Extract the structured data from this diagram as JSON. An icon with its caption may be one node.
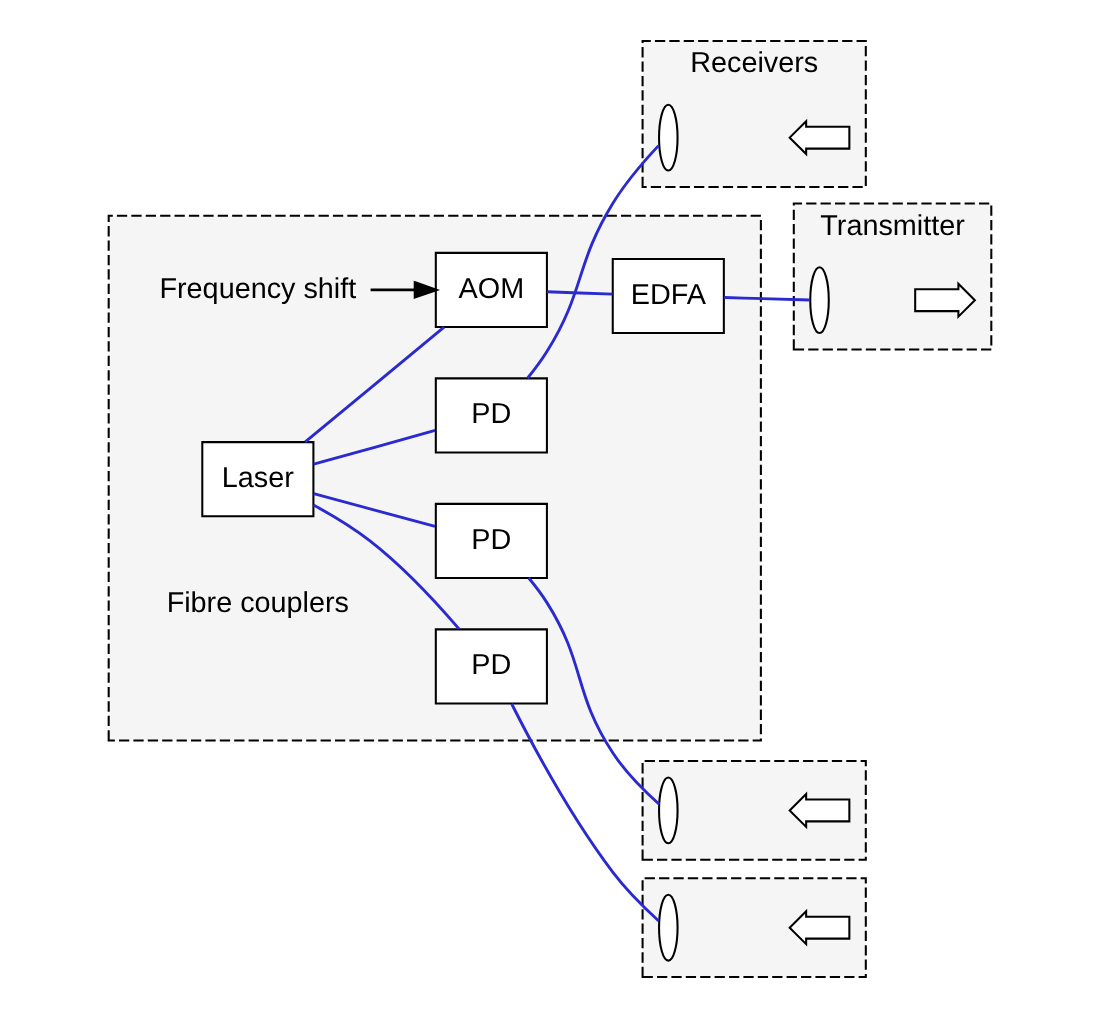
{
  "diagram": {
    "nodes": [
      {
        "text": [],
        "shape": "box"
      },
      {
        "text": [
          "Frequency shift"
        ],
        "in": 0
      },
      {
        "text": [
          "Laser"
        ],
        "in": 0
      },
      {
        "text": [
          "AOM"
        ],
        "in": 0
      },
      {
        "text": [
          "EDFA"
        ],
        "in": 0
      },
      {
        "text": [
          "PD"
        ],
        "in": 0
      },
      {
        "text": [
          "PD"
        ],
        "in": 0
      },
      {
        "text": [
          "PD"
        ],
        "in": 0
      },
      {
        "text": [
          "Transmitter"
        ]
      },
      {
        "text": [],
        "shape": "lens",
        "in": 8
      },
      {
        "text": [],
        "shape": "arrow",
        "in": 8
      },
      {
        "text": [
          "Receivers"
        ]
      },
      {
        "text": [],
        "shape": "lens",
        "in": 11
      },
      {
        "text": [],
        "shape": "arrow",
        "in": 11
      },
      {
        "text": [],
        "shape": "box"
      },
      {
        "text": [],
        "shape": "lens",
        "in": 14
      },
      {
        "text": [],
        "shape": "arrow",
        "in": 14
      },
      {
        "text": [],
        "shape": "box"
      },
      {
        "text": [],
        "shape": "lens",
        "in": 17
      },
      {
        "text": [],
        "shape": "arrow",
        "in": 17
      }
    ],
    "edges": [
      {
        "from": 1,
        "to": 3,
        "arrow": "to",
        "color": "#000000"
      },
      {
        "from": 2,
        "to": 3,
        "arrow": "none"
      },
      {
        "from": 3,
        "to": 4,
        "arrow": "none"
      },
      {
        "from": 4,
        "to": 9,
        "arrow": "none"
      },
      {
        "from": 2,
        "to": 5,
        "arrow": "none"
      },
      {
        "from": 2,
        "to": 6,
        "arrow": "none"
      },
      {
        "from": 2,
        "to": 7,
        "arrow": "none"
      },
      {
        "from": 12,
        "to": 5,
        "arrow": "none"
      },
      {
        "from": 15,
        "to": 6,
        "arrow": "none"
      },
      {
        "from": 18,
        "to": 7,
        "arrow": "none"
      }
    ],
    "labels": [
      "Fibre couplers"
    ]
  }
}
